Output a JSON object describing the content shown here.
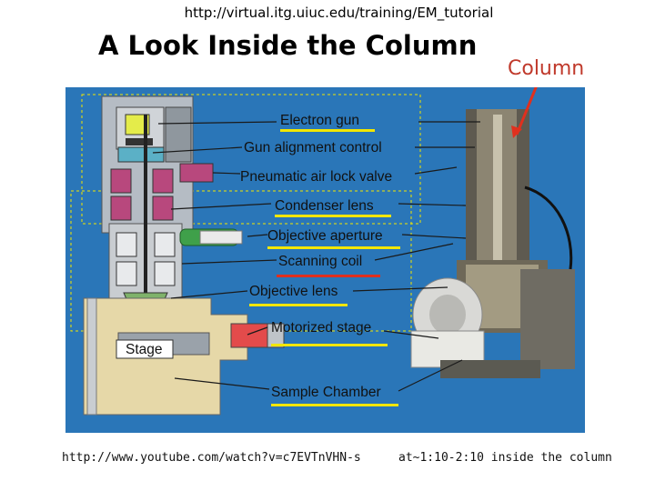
{
  "header": {
    "source_url": "http://virtual.itg.uiuc.edu/training/EM_tutorial",
    "title": "A Look Inside the Column",
    "column_label": "Column"
  },
  "figure": {
    "labels": {
      "electron_gun": "Electron gun",
      "gun_alignment": "Gun alignment control",
      "pneumatic_valve": "Pneumatic air lock valve",
      "condenser_lens": "Condenser lens",
      "objective_aperture": "Objective aperture",
      "scanning_coil": "Scanning coil",
      "objective_lens": "Objective lens",
      "motorized_stage": "Motorized stage",
      "stage": "Stage",
      "sample_chamber": "Sample Chamber"
    },
    "colors": {
      "background": "#2a76b8",
      "underline_yellow": "#f2e600",
      "underline_red": "#e0301e",
      "label_box": "#ffffff"
    }
  },
  "footer": {
    "video_url": "http://www.youtube.com/watch?v=c7EVTnVHN-s",
    "note": "at~1:10-2:10 inside the column"
  }
}
